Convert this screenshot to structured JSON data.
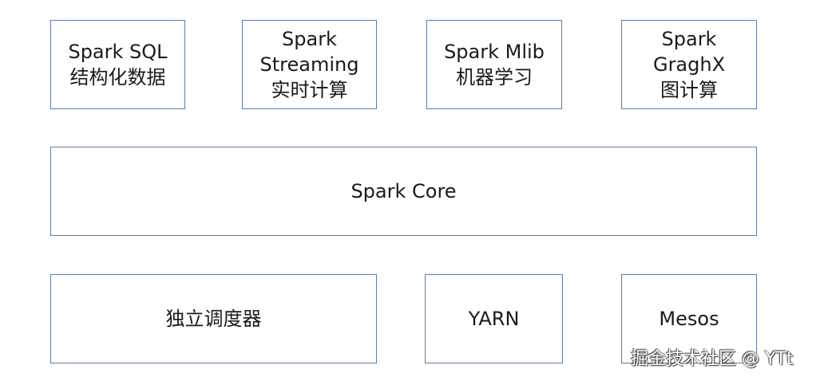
{
  "top_row": [
    {
      "lines": [
        "Spark SQL",
        "结构化数据"
      ]
    },
    {
      "lines": [
        "Spark",
        "Streaming",
        "实时计算"
      ]
    },
    {
      "lines": [
        "Spark Mlib",
        "机器学习"
      ]
    },
    {
      "lines": [
        "Spark",
        "GraghX",
        "图计算"
      ]
    }
  ],
  "core": {
    "label": "Spark Core"
  },
  "bottom_row": [
    {
      "label": "独立调度器"
    },
    {
      "label": "YARN"
    },
    {
      "label": "Mesos"
    }
  ],
  "watermark": "掘金技术社区 @ YTt"
}
